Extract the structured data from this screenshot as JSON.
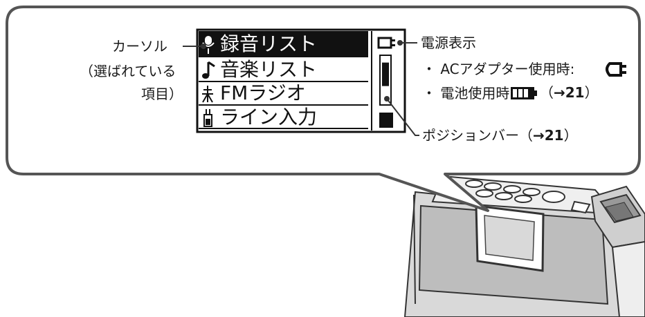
{
  "screen": {
    "menu_items": [
      {
        "icon": "microphone-icon",
        "label": "録音リスト",
        "selected": true
      },
      {
        "icon": "music-note-icon",
        "label": "音楽リスト",
        "selected": false
      },
      {
        "icon": "antenna-icon",
        "label": "FMラジオ",
        "selected": false
      },
      {
        "icon": "plug-icon",
        "label": "ライン入力",
        "selected": false
      }
    ],
    "power_icon": "ac-plug-icon",
    "scrollbar_position": 0.4
  },
  "callouts": {
    "cursor": {
      "line1": "カーソル",
      "line2": "（選ばれている",
      "line3": "項目）"
    },
    "power": {
      "title": "電源表示",
      "ac_label": "・ ACアダプター使用時:",
      "battery_label": "・ 電池使用時:",
      "battery_ref_open": "（",
      "battery_ref_arrow": "→",
      "battery_ref_num": "21",
      "battery_ref_close": "）"
    },
    "position_bar": {
      "label": "ポジションバー",
      "ref_open": "（",
      "ref_arrow": "→",
      "ref_num": "21",
      "ref_close": "）"
    }
  }
}
